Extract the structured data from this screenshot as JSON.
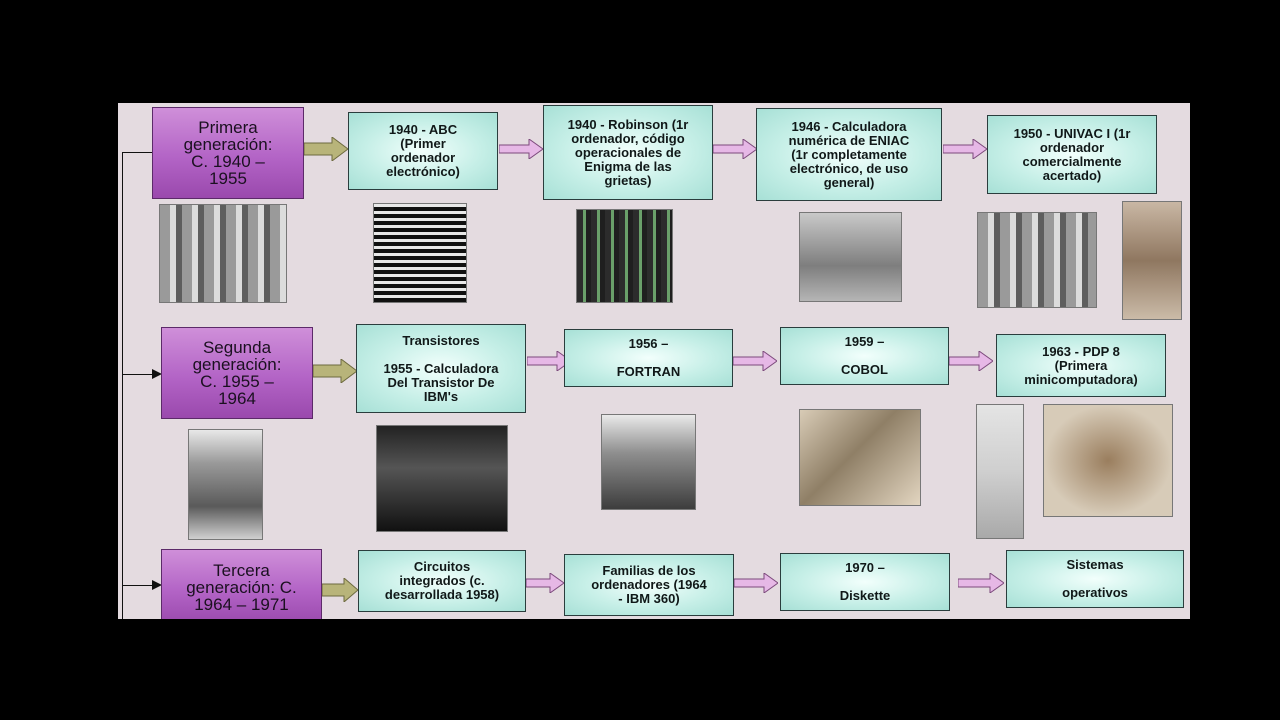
{
  "generations": [
    {
      "label": "Primera\ngeneración:\nC. 1940 –\n1955"
    },
    {
      "label": "Segunda\ngeneración:\nC. 1955 –\n1964"
    },
    {
      "label": "Tercera\ngeneración: C.\n1964 – 1971"
    }
  ],
  "row1": [
    "1940 - ABC\n(Primer\nordenador\nelectrónico)",
    "1940 - Robinson (1r\nordenador, código\noperacionales de\nEnigma de las\ngrietas)",
    "1946 - Calculadora\nnumérica de ENIAC\n(1r completamente\nelectrónico, de uso\ngeneral)",
    "1950 - UNIVAC I (1r\nordenador\ncomercialmente\nacertado)"
  ],
  "row2": [
    "Transistores\n\n1955 - Calculadora\nDel Transistor De\nIBM's",
    "1956 –\n\nFORTRAN",
    "1959 –\n\nCOBOL",
    "1963 - PDP 8\n(Primera\nminicomputadora)"
  ],
  "row3": [
    "Circuitos\nintegrados (c.\ndesarrollada 1958)",
    "Familias de los\nordenadores (1964\n- IBM 360)",
    "1970 –\n\nDiskette",
    "Sistemas\n\noperativos"
  ],
  "colors": {
    "panel": "#e4dbe0",
    "generation_box": "#b364c6",
    "event_box": "#c6efe7",
    "arrow_olive": "#b8b47a",
    "arrow_pink": "#e6b8e6"
  }
}
